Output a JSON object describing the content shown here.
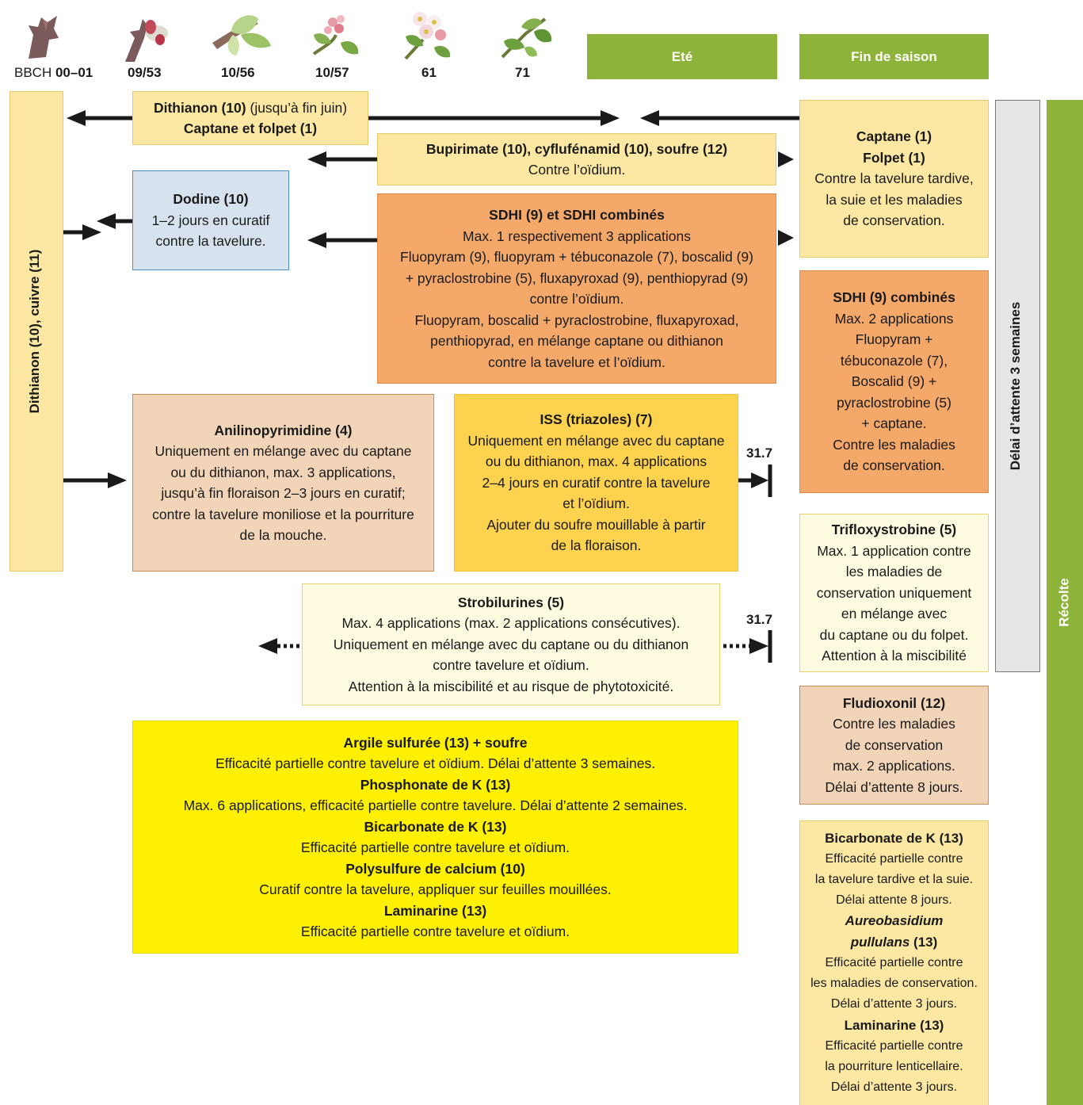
{
  "stages": {
    "prefix": "BBCH",
    "codes": [
      "00–01",
      "09/53",
      "10/56",
      "10/57",
      "61",
      "71"
    ]
  },
  "headers": {
    "ete": "Eté",
    "fin": "Fin de saison"
  },
  "vertical": {
    "left": "Dithianon (10), cuivre (11)",
    "delai": "Délai d’attente 3 semaines",
    "recolte": "Récolte"
  },
  "markers": {
    "a": "31.7",
    "b": "31.7"
  },
  "boxes": {
    "dithianon": {
      "t1": "Dithianon (10)",
      "t1b": " (jusqu’à fin juin)",
      "t2": "Captane et folpet (1)"
    },
    "bupirimate": {
      "t": "Bupirimate (10), cyflufénamid (10), soufre (12)",
      "d": "Contre l’oïdium."
    },
    "dodine": {
      "t": "Dodine (10)",
      "l1": "1–2 jours en curatif",
      "l2": "contre la tavelure."
    },
    "sdhi": {
      "t": "SDHI (9) et SDHI combinés",
      "lines": [
        "Max. 1 respectivement 3 applications",
        "Fluopyram (9), fluopyram + tébuconazole (7), boscalid (9)",
        "+ pyraclostrobine (5), fluxapyroxad (9), penthiopyrad (9)",
        "contre l’oïdium.",
        "Fluopyram, boscalid + pyraclostrobine, fluxapyroxad,",
        "penthiopyrad, en mélange captane ou dithianon",
        "contre la tavelure et l’oïdium."
      ]
    },
    "anilino": {
      "t": "Anilinopyrimidine (4)",
      "lines": [
        "Uniquement en mélange avec du captane",
        "ou du dithianon, max. 3 applications,",
        "jusqu’à fin floraison 2–3 jours en curatif;",
        "contre la tavelure moniliose et la pourriture",
        "de la mouche."
      ]
    },
    "iss": {
      "t": "ISS (triazoles) (7)",
      "lines": [
        "Uniquement en mélange avec du captane",
        "ou du dithianon, max. 4 applications",
        "2–4 jours en curatif contre la tavelure",
        "et l’oïdium.",
        "Ajouter du soufre mouillable à partir",
        "de la floraison."
      ]
    },
    "strobi": {
      "t": "Strobilurines (5)",
      "lines": [
        "Max. 4 applications (max. 2 applications consécutives).",
        "Uniquement en mélange avec du captane ou du dithianon",
        "contre tavelure et oïdium.",
        "Attention à la miscibilité et au risque de phytotoxicité."
      ]
    },
    "argile": {
      "items": [
        {
          "t": "Argile sulfurée (13) + soufre",
          "d": "Efficacité partielle contre tavelure et oïdium. Délai d’attente 3 semaines."
        },
        {
          "t": "Phosphonate de K (13)",
          "d": "Max. 6 applications, efficacité partielle contre tavelure. Délai d’attente 2 semaines."
        },
        {
          "t": "Bicarbonate de K (13)",
          "d": "Efficacité partielle contre tavelure et oïdium."
        },
        {
          "t": "Polysulfure de calcium (10)",
          "d": "Curatif contre la tavelure, appliquer sur feuilles mouillées."
        },
        {
          "t": "Laminarine (13)",
          "d": "Efficacité partielle contre tavelure et oïdium."
        }
      ]
    },
    "captane": {
      "t1": "Captane (1)",
      "t2": "Folpet (1)",
      "lines": [
        "Contre la tavelure tardive,",
        "la suie et les maladies",
        "de conservation."
      ]
    },
    "sdhi2": {
      "t": "SDHI (9) combinés",
      "lines": [
        "Max. 2 applications",
        "Fluopyram +",
        "tébuconazole (7),",
        "Boscalid (9) +",
        "pyraclostrobine (5)",
        "+ captane.",
        "Contre les maladies",
        "de conservation."
      ]
    },
    "triflox": {
      "t": "Trifloxystrobine (5)",
      "lines": [
        "Max. 1 application contre",
        "les maladies de",
        "conservation uniquement",
        "en mélange avec",
        "du captane ou du folpet.",
        "Attention à la miscibilité"
      ]
    },
    "fludio": {
      "t": "Fludioxonil (12)",
      "lines": [
        "Contre les maladies",
        "de conservation",
        "max. 2 applications.",
        "Délai d’attente 8 jours."
      ]
    },
    "bicarb": {
      "t1": "Bicarbonate de K (13)",
      "l1": [
        "Efficacité partielle contre",
        "la tavelure tardive et la suie.",
        "Délai attente 8 jours."
      ],
      "t2a": "Aureobasidium",
      "t2b": "pullulans",
      "t2c": " (13)",
      "l2": [
        "Efficacité partielle contre",
        "les maladies de conservation.",
        "Délai d’attente 3 jours."
      ],
      "t3": "Laminarine (13)",
      "l3": [
        "Efficacité partielle contre",
        "la pourriture lenticellaire.",
        "Délai d’attente 3 jours."
      ]
    }
  },
  "colors": {
    "green": "#8db33a",
    "cream": "#fce8a3",
    "orange": "#f4a86a",
    "gold": "#fdd24e",
    "yellow": "#fdf000",
    "blue": "#d6e3ee",
    "peach": "#f2d5b8",
    "grey": "#e6e6e6"
  },
  "icons": [
    "bud-dormant-icon",
    "bud-burst-icon",
    "green-cluster-icon",
    "pink-bud-icon",
    "full-bloom-icon",
    "fruit-set-icon"
  ]
}
